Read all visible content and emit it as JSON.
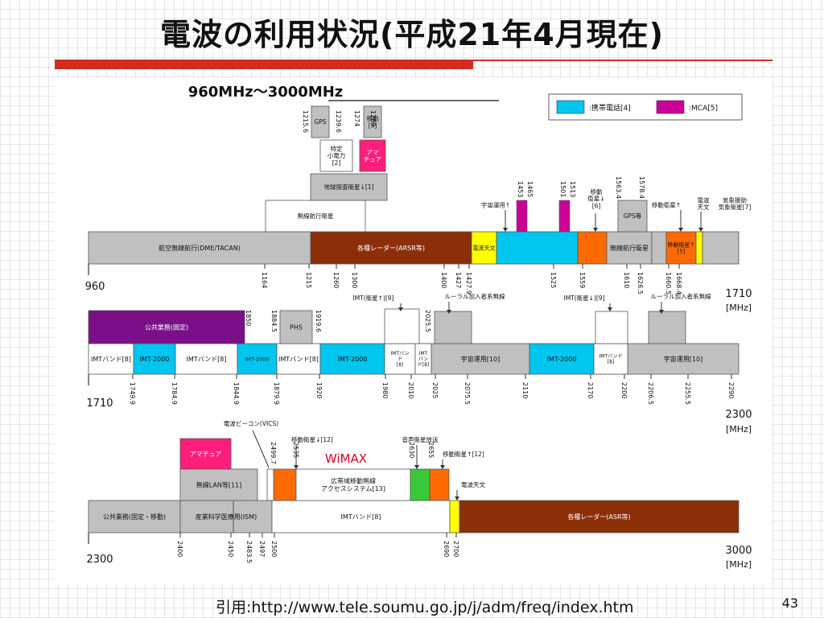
{
  "slide": {
    "title": "電波の利用状況(平成21年4月現在)",
    "citation": "引用:http://www.tele.soumu.go.jp/j/adm/freq/index.htm",
    "page_number": "43"
  },
  "diagram": {
    "title": "960MHz〜3000MHz",
    "legend": [
      {
        "label": ":携帯電話[4]",
        "color": "#00c6f0"
      },
      {
        "label": ":MCA[5]",
        "color": "#cc0099"
      }
    ],
    "colors": {
      "gray": "#c0c0c0",
      "white": "#ffffff",
      "brown": "#8b2f09",
      "cyan": "#00c6f0",
      "magenta": "#cc0099",
      "pink": "#ff1f7a",
      "orange": "#ff6a00",
      "yellow": "#ffff00",
      "purple": "#7a0f88",
      "green": "#38c93a",
      "red_text": "#e0001b"
    },
    "row1": {
      "start_label": "960",
      "end_label": "1710",
      "unit": "[MHz]",
      "bands": [
        {
          "label": "航空無線航行(DME/TACAN)",
          "color": "gray"
        },
        {
          "label": "各種レーダー(ARSR等)",
          "color": "brown"
        },
        {
          "label": "電波天文",
          "color": "yellow"
        },
        {
          "label": "",
          "color": "cyan"
        },
        {
          "label": "",
          "color": "orange"
        },
        {
          "label": "無線航行衛星",
          "color": "gray"
        },
        {
          "label": "",
          "color": "gray"
        },
        {
          "label": "移動衛星↑[5]",
          "color": "orange"
        },
        {
          "label": "",
          "color": "yellow"
        },
        {
          "label": "",
          "color": "gray"
        }
      ],
      "upper_boxes": [
        {
          "label": "無線航行衛星",
          "color": "white"
        },
        {
          "label": "地球探査衛星↓[1]",
          "color": "gray"
        },
        {
          "label": "特定小電力[2]",
          "color": "white"
        },
        {
          "label": "GPS",
          "color": "gray"
        },
        {
          "label": "移動[3]",
          "color": "gray"
        },
        {
          "label": "アマチュア",
          "color": "pink"
        },
        {
          "label": "GPS等",
          "color": "gray"
        }
      ],
      "annotations": [
        "宇宙運用↑",
        "移動衛星↓[6]",
        "移動衛星↑",
        "電波天文",
        "気象援助気象衛星[7]"
      ],
      "top_ticks": [
        "1215.6",
        "1239.6",
        "1274",
        "1289",
        "1453",
        "1465",
        "1501",
        "1513",
        "1563.4",
        "1578.4"
      ],
      "bottom_ticks": [
        "1164",
        "1215",
        "1260",
        "1300",
        "1400",
        "1427",
        "1427.9",
        "1525",
        "1559",
        "1610",
        "1626.5",
        "1660.5",
        "1668.4"
      ]
    },
    "row2": {
      "start_label": "1710",
      "end_label": "2300",
      "unit": "[MHz]",
      "bands": [
        {
          "label": "IMTバンド[8]",
          "color": "white"
        },
        {
          "label": "IMT-2000",
          "color": "cyan"
        },
        {
          "label": "IMTバンド[8]",
          "color": "white"
        },
        {
          "label": "IMT-2000",
          "color": "cyan"
        },
        {
          "label": "IMTバンド[8]",
          "color": "white"
        },
        {
          "label": "IMT-2000",
          "color": "cyan"
        },
        {
          "label": "IMTバンド[8]",
          "color": "white"
        },
        {
          "label": "IMTバンド[8]",
          "color": "white"
        },
        {
          "label": "宇宙運用[10]",
          "color": "gray"
        },
        {
          "label": "IMT-2000",
          "color": "cyan"
        },
        {
          "label": "IMTバンド[8]",
          "color": "white"
        },
        {
          "label": "宇宙運用[10]",
          "color": "gray"
        }
      ],
      "upper_boxes": [
        {
          "label": "公共業務(固定)",
          "color": "purple"
        },
        {
          "label": "PHS",
          "color": "gray"
        },
        {
          "label": "",
          "color": "white"
        },
        {
          "label": "",
          "color": "gray"
        },
        {
          "label": "",
          "color": "white"
        },
        {
          "label": "",
          "color": "gray"
        }
      ],
      "annotations": [
        "IMT(衛星↑)[9]",
        "ルーラル加入者系無線",
        "IMT(衛星↓)[9]",
        "ルーラル加入者系無線"
      ],
      "top_ticks": [
        "1850",
        "1884.5",
        "1919.6",
        "2025.5"
      ],
      "bottom_ticks": [
        "1749.9",
        "1784.9",
        "1844.9",
        "1879.9",
        "1920",
        "1980",
        "2010",
        "2025",
        "2075.5",
        "2110",
        "2170",
        "2200",
        "2206.5",
        "2255.5",
        "2290"
      ]
    },
    "row3": {
      "start_label": "2300",
      "end_label": "3000",
      "unit": "[MHz]",
      "wimax_label": "WiMAX",
      "bands": [
        {
          "label": "公共業務(固定・移動)",
          "color": "gray"
        },
        {
          "label": "産業科学医療用(ISM)",
          "color": "gray"
        },
        {
          "label": "IMTバンド[8]",
          "color": "white"
        },
        {
          "label": "",
          "color": "yellow"
        },
        {
          "label": "各種レーダー(ASR等)",
          "color": "brown"
        }
      ],
      "upper_boxes": [
        {
          "label": "アマチュア",
          "color": "pink"
        },
        {
          "label": "無線LAN等[11]",
          "color": "gray"
        },
        {
          "label": "",
          "color": "orange"
        },
        {
          "label": "広帯域移動無線アクセスシステム[13]",
          "color": "white"
        },
        {
          "label": "",
          "color": "green"
        },
        {
          "label": "",
          "color": "orange"
        }
      ],
      "annotations": [
        "電波ビーコン(VICS)",
        "移動衛星↓[12]",
        "音声衛星放送",
        "移動衛星↑[12]",
        "電波天文"
      ],
      "top_ticks": [
        "2499.7",
        "2535",
        "2630",
        "2655"
      ],
      "bottom_ticks": [
        "2400",
        "2450",
        "2483.5",
        "2497",
        "2500",
        "2690",
        "2700"
      ]
    }
  }
}
